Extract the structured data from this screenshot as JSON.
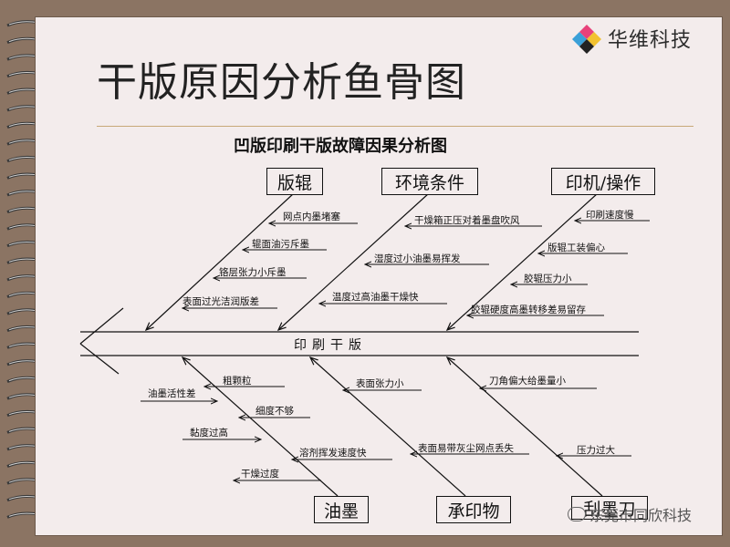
{
  "logo": {
    "text": "华维科技"
  },
  "slide": {
    "title": "干版原因分析鱼骨图"
  },
  "diagram": {
    "subtitle": "凹版印刷干版故障因果分析图",
    "spine_label": "印刷干版",
    "categories": {
      "plate_roller": {
        "label": "版辊",
        "causes": [
          "网点内墨堵塞",
          "辊面油污斥墨",
          "铬层张力小斥墨",
          "表面过光洁润版差"
        ]
      },
      "environment": {
        "label": "环境条件",
        "causes": [
          "干燥箱正压对着墨盘吹风",
          "湿度过小油墨易挥发",
          "温度过高油墨干燥快"
        ]
      },
      "machine": {
        "label": "印机/操作",
        "causes": [
          "印刷速度慢",
          "版辊工装偏心",
          "胶辊压力小",
          "胶辊硬度高墨转移差易留存"
        ]
      },
      "ink": {
        "label": "油墨",
        "causes": [
          "粗颗粒",
          "油墨活性差",
          "细度不够",
          "黏度过高",
          "溶剂挥发速度快",
          "干燥过度"
        ]
      },
      "substrate": {
        "label": "承印物",
        "causes": [
          "表面张力小",
          "表面易带灰尘网点丢失"
        ]
      },
      "doctor_blade": {
        "label": "刮墨刀",
        "causes": [
          "刀角偏大给墨量小",
          "压力过大"
        ]
      }
    }
  },
  "watermark": {
    "text": "东莞市同欣科技"
  },
  "colors": {
    "page": "#f3ecec",
    "frame": "#8b7463",
    "line": "#111111",
    "rule": "#c8a978"
  }
}
